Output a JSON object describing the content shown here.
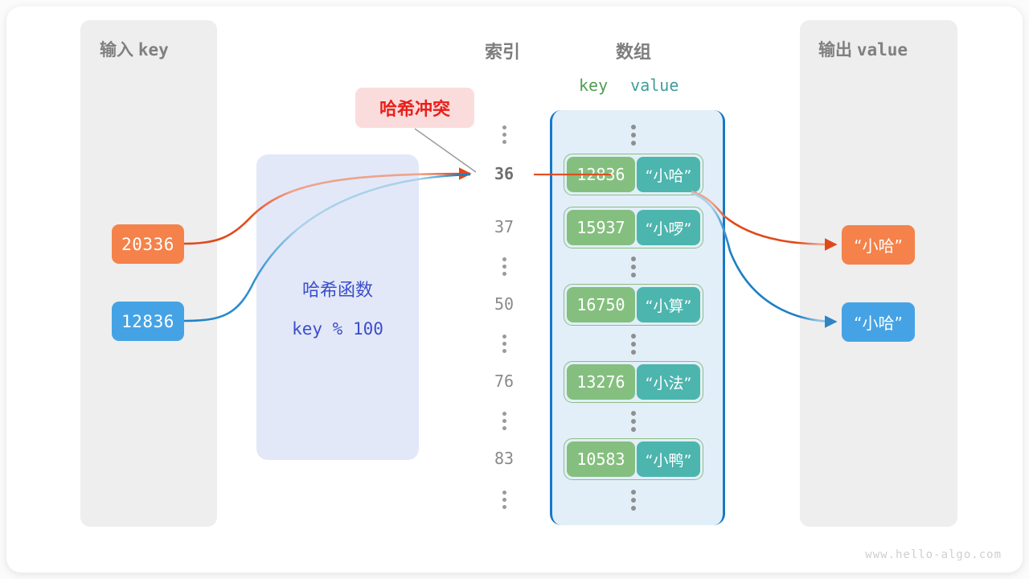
{
  "meta": {
    "watermark": "www.hello-algo.com",
    "colors": {
      "orange": "#f4824a",
      "blue": "#45a3e5",
      "key_green": "#85bf7f",
      "value_teal": "#4cb5ae",
      "array_border": "#1878c8",
      "array_fill": "#e2eff9",
      "hash_fill": "#e3e8f8",
      "hash_text": "#3b4ec9",
      "collision_fill": "#fbdcdc",
      "collision_text": "#e8201a",
      "panel_fill": "#eeeeee"
    }
  },
  "input_panel": {
    "title_cjk": "输入",
    "title_mono": "key",
    "keys": [
      {
        "label": "20336",
        "color": "orange"
      },
      {
        "label": "12836",
        "color": "blue"
      }
    ]
  },
  "hash_function": {
    "title": "哈希函数",
    "formula": "key % 100"
  },
  "collision_label": {
    "text": "哈希冲突"
  },
  "array_section": {
    "index_header": "索引",
    "array_header": "数组",
    "key_header": "key",
    "value_header": "value",
    "rows": [
      {
        "kind": "dots"
      },
      {
        "kind": "entry",
        "index": "36",
        "key": "12836",
        "value": "“小哈”",
        "highlight": true
      },
      {
        "kind": "entry",
        "index": "37",
        "key": "15937",
        "value": "“小啰”",
        "highlight": false
      },
      {
        "kind": "dots"
      },
      {
        "kind": "entry",
        "index": "50",
        "key": "16750",
        "value": "“小算”",
        "highlight": false
      },
      {
        "kind": "dots"
      },
      {
        "kind": "entry",
        "index": "76",
        "key": "13276",
        "value": "“小法”",
        "highlight": false
      },
      {
        "kind": "dots"
      },
      {
        "kind": "entry",
        "index": "83",
        "key": "10583",
        "value": "“小鸭”",
        "highlight": false
      },
      {
        "kind": "dots"
      }
    ]
  },
  "output_panel": {
    "title_cjk": "输出",
    "title_mono": "value",
    "values": [
      {
        "label": "“小哈”",
        "color": "orange"
      },
      {
        "label": "“小哈”",
        "color": "blue"
      }
    ]
  }
}
